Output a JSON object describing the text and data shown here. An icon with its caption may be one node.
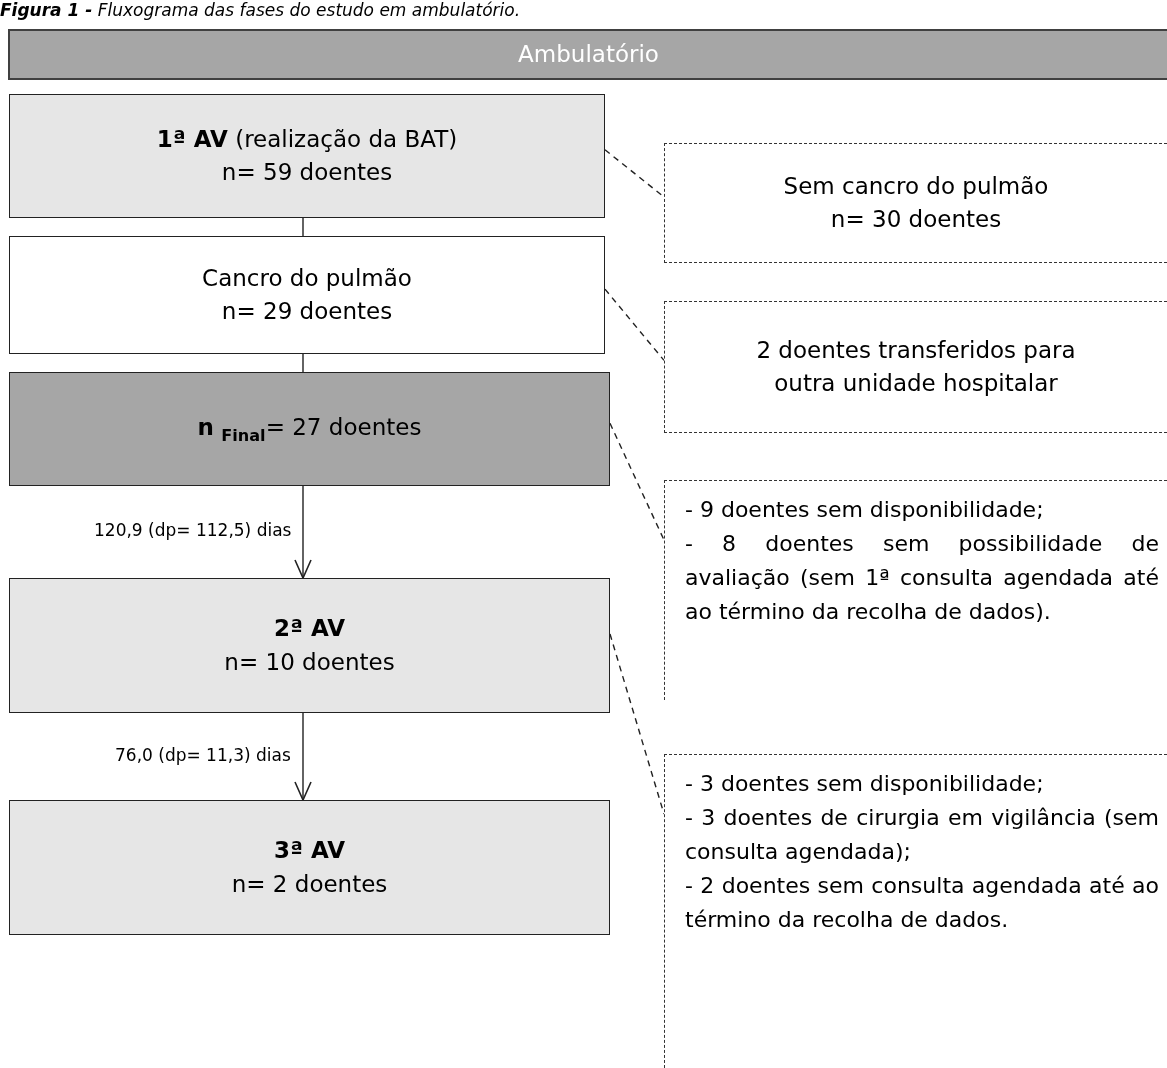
{
  "diagram": {
    "title": "**Figura 1 -** Fluxograma das fases do estudo em ambulatório.",
    "nodes": [
      {
        "text": [
          "Ambulatório"
        ]
      },
      {
        "text": [
          "**1ª AV** (realização da BAT)",
          "n= 59 doentes"
        ]
      },
      {
        "text": [
          "Cancro do pulmão",
          "n= 29 doentes"
        ]
      },
      {
        "text": [
          "**n** $_{Final}$= 27 doentes"
        ]
      },
      {
        "text": [
          "2ª AV",
          "n= 10 doentes"
        ]
      },
      {
        "text": [
          "3ª AV",
          "n= 2 doentes"
        ]
      },
      {
        "text": [
          "Sem cancro do pulmão",
          "n= 30 doentes"
        ]
      },
      {
        "text": [
          "2 doentes transferidos para outra unidade hospitalar"
        ]
      },
      {
        "text": [
          "- 9 doentes sem disponibilidade;",
          "- 8 doentes sem possibilidade de avaliação (sem 1ª consulta agendada até ao término da recolha de dados)."
        ]
      },
      {
        "text": [
          "- 3 doentes sem disponibilidade;",
          "- 3 doentes de cirurgia em vigilância (sem consulta agendada);",
          "- 2 doentes sem consulta agendada até ao término da recolha de dados."
        ]
      }
    ],
    "edges": [
      {
        "from": 1,
        "to": 2,
        "arrow": "none"
      },
      {
        "from": 2,
        "to": 3,
        "arrow": "none"
      },
      {
        "from": 3,
        "to": 4,
        "arrow": "to",
        "label": "120,9 (dp= 112,5) dias"
      },
      {
        "from": 4,
        "to": 5,
        "arrow": "to",
        "label": "76,0 (dp= 11,3) dias"
      },
      {
        "from": 1,
        "to": 6,
        "arrow": "none",
        "style": "dashed"
      },
      {
        "from": 2,
        "to": 7,
        "arrow": "none",
        "style": "dashed"
      },
      {
        "from": 3,
        "to": 8,
        "arrow": "none",
        "style": "dashed"
      },
      {
        "from": 4,
        "to": 9,
        "arrow": "none",
        "style": "dashed"
      }
    ]
  }
}
